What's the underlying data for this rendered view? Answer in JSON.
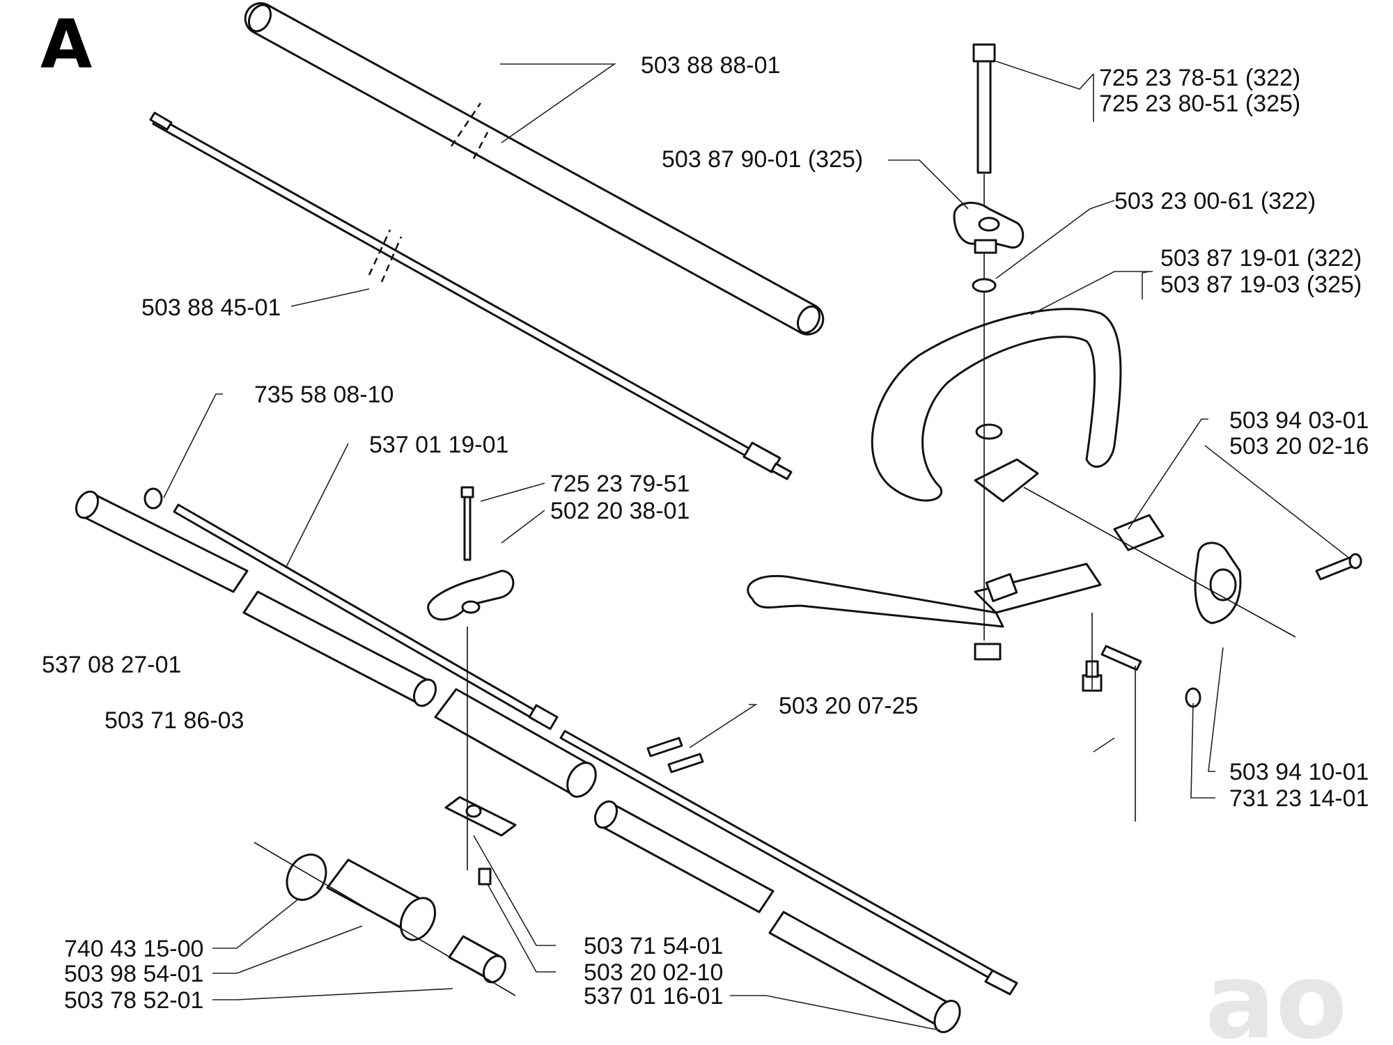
{
  "section_letter": "A",
  "logo_text": "ao",
  "labels": {
    "l_503888801": "503 88 88-01",
    "l_725237851": "725 23 78-51 (322)",
    "l_725238051": "725 23 80-51 (325)",
    "l_503879001": "503 87 90-01 (325)",
    "l_503230061": "503 23 00-61 (322)",
    "l_503871901": "503 87 19-01 (322)",
    "l_503871903": "503 87 19-03 (325)",
    "l_503884501": "503 88 45-01",
    "l_735580810": "735 58 08-10",
    "l_537011901": "537 01 19-01",
    "l_725237951": "725 23 79-51",
    "l_502203801": "502 20 38-01",
    "l_503940301": "503 94 03-01",
    "l_503200216": "503 20 02-16",
    "l_537082701": "537 08 27-01",
    "l_503718603": "503 71 86-03",
    "l_503200725": "503 20 07-25",
    "l_503941001": "503 94 10-01",
    "l_731231401": "731 23 14-01",
    "l_740431500": "740 43 15-00",
    "l_503985401": "503 98 54-01",
    "l_503785201": "503 78 52-01",
    "l_503715401": "503 71 54-01",
    "l_503200210": "503 20 02-10",
    "l_537011601": "537 01 16-01"
  }
}
